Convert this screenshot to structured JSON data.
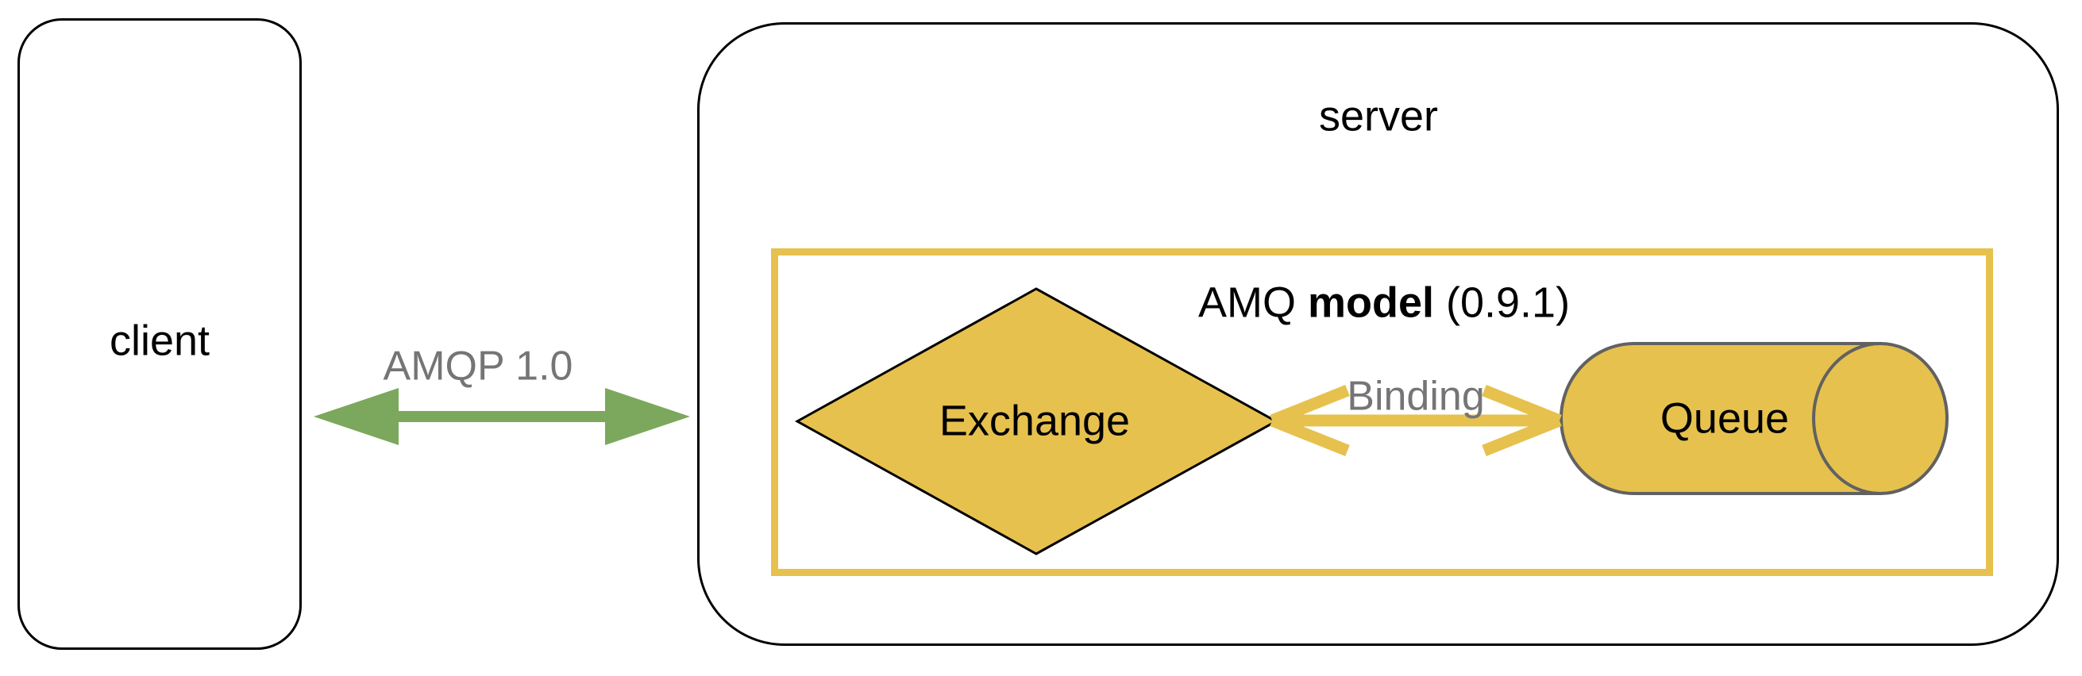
{
  "client": {
    "label": "client"
  },
  "connection": {
    "label": "AMQP 1.0"
  },
  "server": {
    "label": "server"
  },
  "amq_model": {
    "title_prefix": "AMQ ",
    "title_bold": "model",
    "title_suffix": " (0.9.1)"
  },
  "exchange": {
    "label": "Exchange"
  },
  "binding": {
    "label": "Binding"
  },
  "queue": {
    "label": "Queue"
  },
  "colors": {
    "accent_yellow": "#E6C14E",
    "accent_green": "#7BA85C",
    "muted_text_gray": "#757575",
    "cylinder_stroke_gray": "#616161",
    "outline_black": "#000000"
  }
}
